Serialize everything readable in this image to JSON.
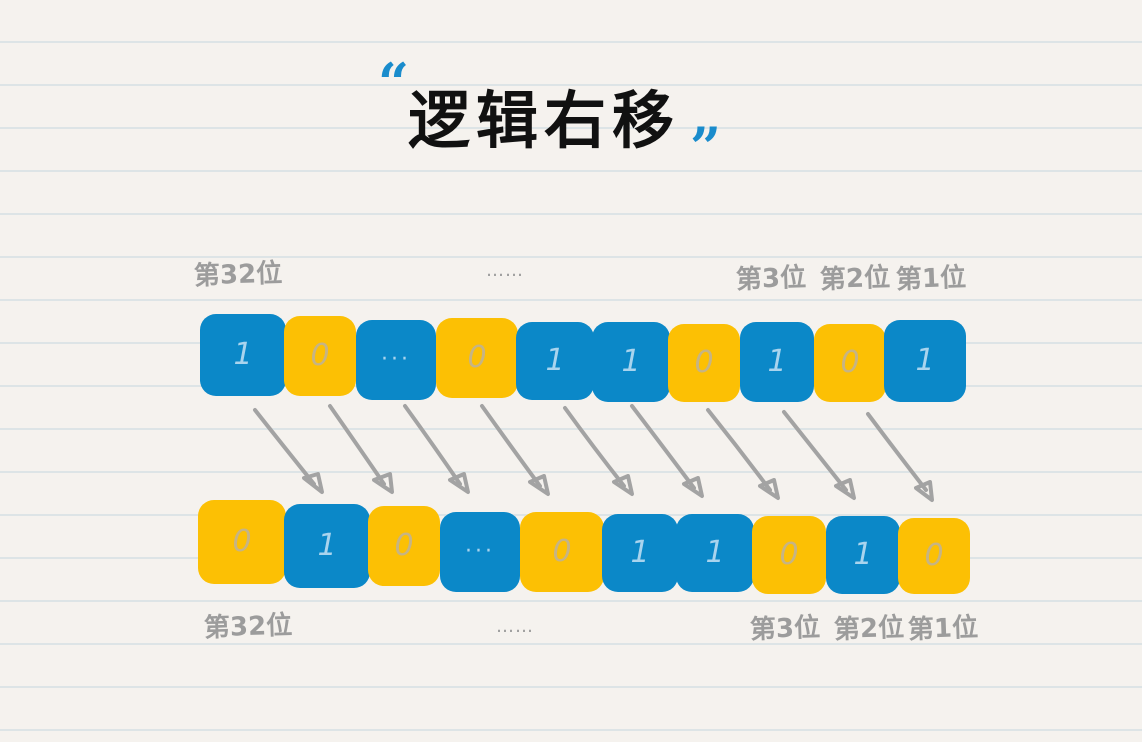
{
  "title": {
    "text": "逻辑右移",
    "open_quote": "“",
    "close_quote": "”",
    "quote_color": "#1a8ccc"
  },
  "colors": {
    "bit_one": "#0b88c8",
    "bit_zero": "#fcc004",
    "label_gray": "#9c9c9c",
    "background": "#f5f2ee",
    "rule_line": "#dde4e6"
  },
  "top_row": {
    "labels": {
      "bit32": "第32位",
      "ellipsis": "……",
      "bit3": "第3位",
      "bit2": "第2位",
      "bit1": "第1位"
    },
    "bits": [
      {
        "value": "1",
        "kind": "one"
      },
      {
        "value": "0",
        "kind": "zero"
      },
      {
        "value": "···",
        "kind": "gap"
      },
      {
        "value": "0",
        "kind": "zero"
      },
      {
        "value": "1",
        "kind": "one"
      },
      {
        "value": "1",
        "kind": "one"
      },
      {
        "value": "0",
        "kind": "zero"
      },
      {
        "value": "1",
        "kind": "one"
      },
      {
        "value": "0",
        "kind": "zero"
      },
      {
        "value": "1",
        "kind": "one"
      }
    ]
  },
  "bottom_row": {
    "labels": {
      "bit32": "第32位",
      "ellipsis": "……",
      "bit3": "第3位",
      "bit2": "第2位",
      "bit1": "第1位"
    },
    "bits": [
      {
        "value": "0",
        "kind": "zero"
      },
      {
        "value": "1",
        "kind": "one"
      },
      {
        "value": "0",
        "kind": "zero"
      },
      {
        "value": "···",
        "kind": "gap"
      },
      {
        "value": "0",
        "kind": "zero"
      },
      {
        "value": "1",
        "kind": "one"
      },
      {
        "value": "1",
        "kind": "one"
      },
      {
        "value": "0",
        "kind": "zero"
      },
      {
        "value": "1",
        "kind": "one"
      },
      {
        "value": "0",
        "kind": "zero"
      }
    ]
  },
  "arrows": {
    "count": 9,
    "meaning": "each bit shifts one position to the right"
  }
}
